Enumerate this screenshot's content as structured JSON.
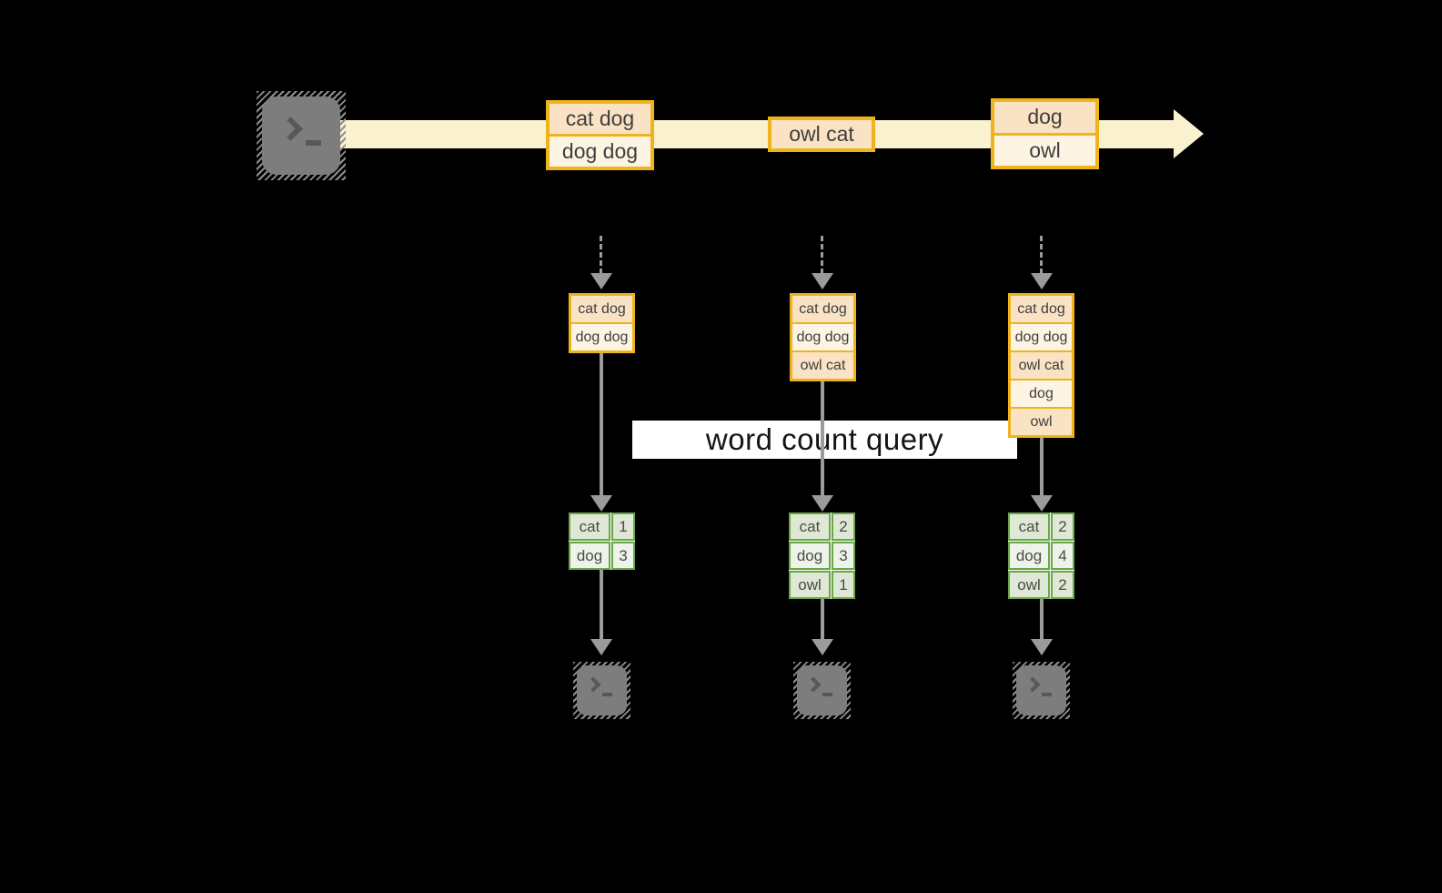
{
  "diagram": {
    "query_label": "word count query",
    "stream_batches": [
      {
        "lines": [
          "cat dog",
          "dog dog"
        ]
      },
      {
        "lines": [
          "owl cat"
        ]
      },
      {
        "lines": [
          "dog",
          "owl"
        ]
      }
    ],
    "accumulated_inputs": [
      {
        "lines": [
          "cat dog",
          "dog dog"
        ]
      },
      {
        "lines": [
          "cat dog",
          "dog dog",
          "owl cat"
        ]
      },
      {
        "lines": [
          "cat dog",
          "dog dog",
          "owl cat",
          "dog",
          "owl"
        ]
      }
    ],
    "count_tables": [
      {
        "rows": [
          {
            "word": "cat",
            "count": "1"
          },
          {
            "word": "dog",
            "count": "3"
          }
        ]
      },
      {
        "rows": [
          {
            "word": "cat",
            "count": "2"
          },
          {
            "word": "dog",
            "count": "3"
          },
          {
            "word": "owl",
            "count": "1"
          }
        ]
      },
      {
        "rows": [
          {
            "word": "cat",
            "count": "2"
          },
          {
            "word": "dog",
            "count": "4"
          },
          {
            "word": "owl",
            "count": "2"
          }
        ]
      }
    ],
    "icons": {
      "source": "terminal-icon",
      "sinks": [
        "terminal-icon",
        "terminal-icon",
        "terminal-icon"
      ]
    },
    "colors": {
      "background": "#000000",
      "stream_band": "#FAF1CF",
      "amber_border": "#EFB41C",
      "cell_peach": "#FAE2C4",
      "cell_cream": "#FDF4E3",
      "green_border": "#69A74A",
      "green_light": "#DEE8D5",
      "green_lighter": "#EEF3EA",
      "arrow_gray": "#9B9B9B",
      "terminal_gray": "#7D7D7D",
      "query_box_bg": "#FFFFFF"
    }
  }
}
